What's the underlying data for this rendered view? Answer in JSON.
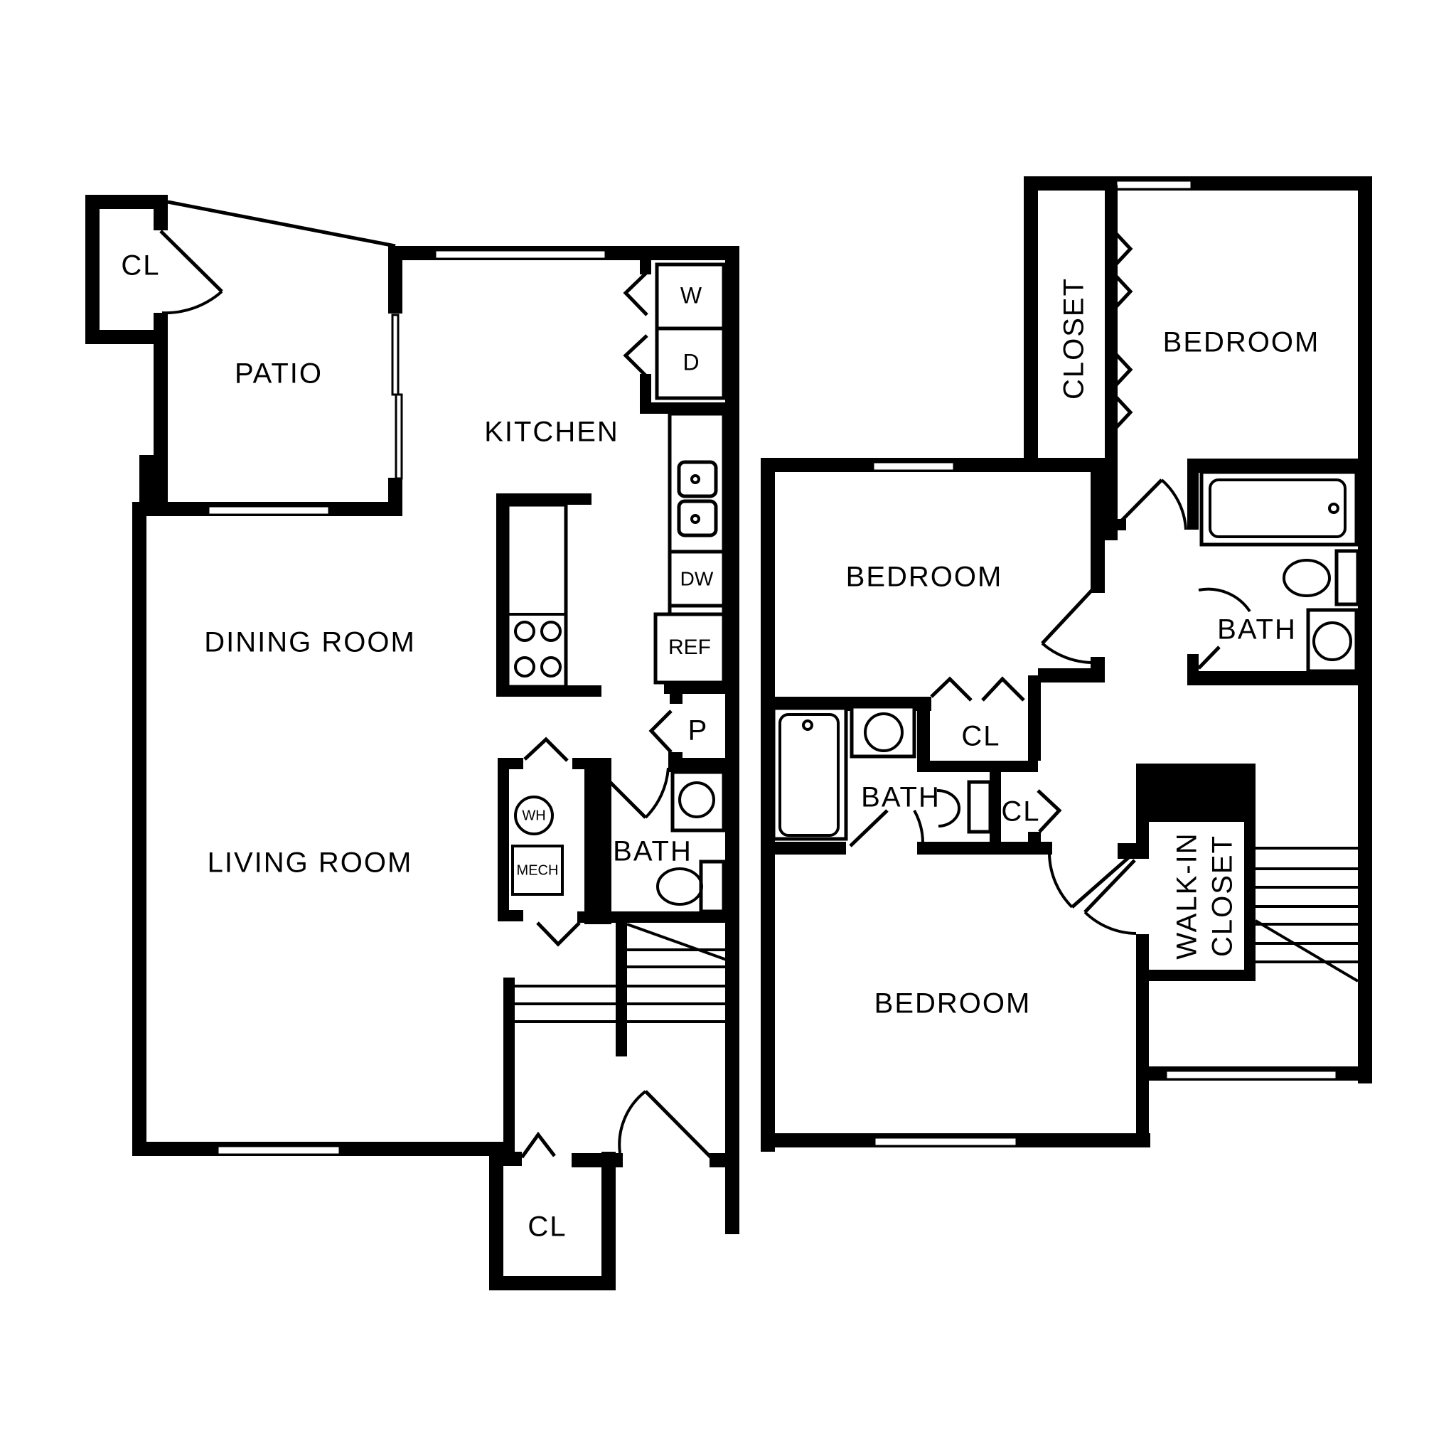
{
  "floor_plan": {
    "colors": {
      "wall": "#000000",
      "background": "#ffffff"
    },
    "first_floor": {
      "rooms": {
        "patio_closet": "CL",
        "patio": "PATIO",
        "kitchen": "KITCHEN",
        "dining_room": "DINING ROOM",
        "living_room": "LIVING ROOM",
        "bath": "BATH",
        "pantry": "P",
        "entry_closet": "CL"
      },
      "fixtures": {
        "washer": "W",
        "dryer": "D",
        "dishwasher": "DW",
        "refrigerator": "REF",
        "water_heater": "WH",
        "mechanical": "MECH"
      }
    },
    "second_floor": {
      "rooms": {
        "master_closet": "CLOSET",
        "master_bedroom": "BEDROOM",
        "bedroom_2": "BEDROOM",
        "master_bath": "BATH",
        "hall_closet": "CL",
        "bath_2": "BATH",
        "linen_closet": "CL",
        "walk_in_closet_line1": "WALK-IN",
        "walk_in_closet_line2": "CLOSET",
        "bedroom_3": "BEDROOM"
      }
    }
  }
}
